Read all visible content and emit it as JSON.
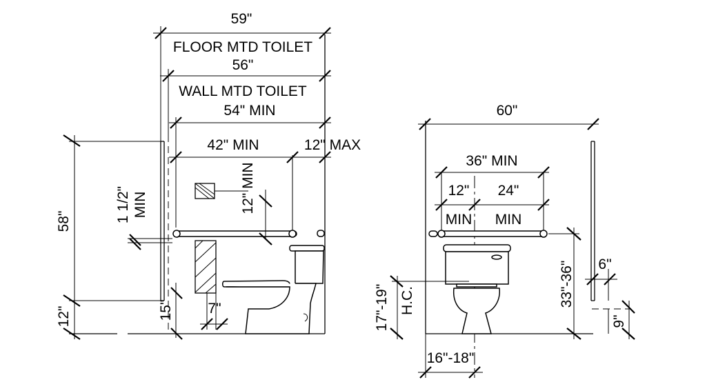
{
  "plan": {
    "dim_59": "59\"",
    "label_floor_toilet": "FLOOR MTD TOILET",
    "dim_56": "56\"",
    "label_wall_toilet": "WALL MTD TOILET",
    "dim_54_min": "54\" MIN",
    "dim_42_min": "42\" MIN",
    "dim_12_max": "12\" MAX",
    "dim_58": "58\"",
    "dim_12": "12\"",
    "dim_1_half": "1 1/2\"",
    "dim_1_half_min": "MIN",
    "dim_12_min": "12\" MIN",
    "dim_15": "15\"",
    "dim_7": "7\""
  },
  "elevation": {
    "dim_60": "60\"",
    "dim_36_min": "36\" MIN",
    "dim_12": "12\"",
    "dim_24": "24\"",
    "min_left": "MIN",
    "min_right": "MIN",
    "dim_33_36": "33\"-36\"",
    "dim_6": "6\"",
    "dim_9": "9\"",
    "dim_17_19": "17\"-19\"",
    "label_hc": "H.C.",
    "dim_16_18": "16\"-18\""
  }
}
